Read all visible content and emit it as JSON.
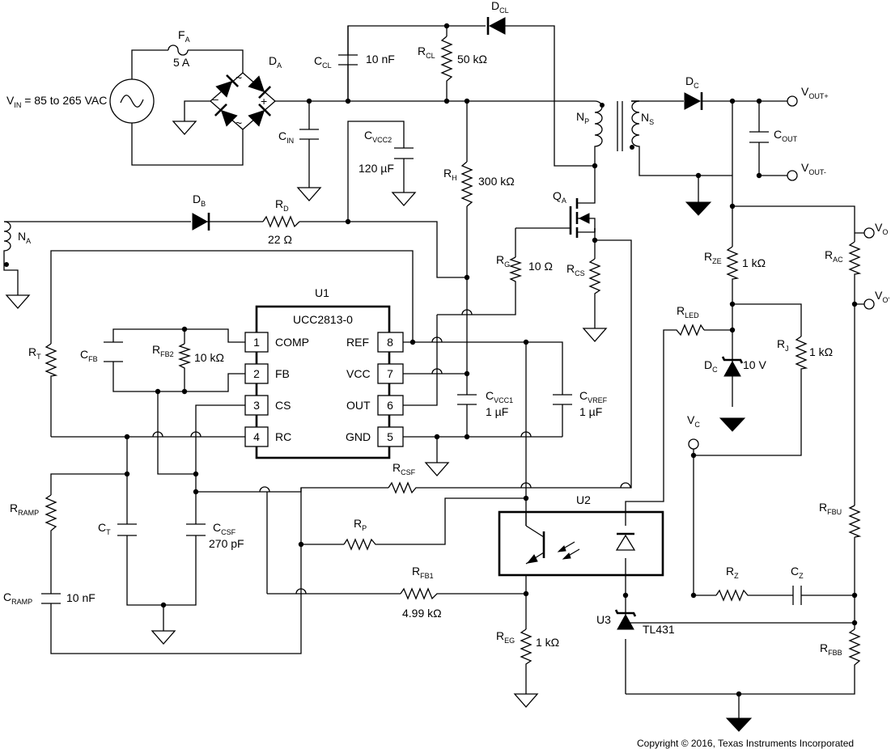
{
  "vin": {
    "label": "V",
    "sub": "IN",
    "rest": " = 85 to 265 VAC"
  },
  "fuse": {
    "ref": "F",
    "sub": "A",
    "value": "5 A"
  },
  "bridge": {
    "ref": "D",
    "sub": "A",
    "tilde": "~",
    "plus": "+",
    "minus": "–"
  },
  "ccl": {
    "ref": "C",
    "sub": "CL",
    "value": "10 nF"
  },
  "rcl": {
    "ref": "R",
    "sub": "CL",
    "value": "50 kΩ"
  },
  "dcl": {
    "ref": "D",
    "sub": "CL"
  },
  "cin": {
    "ref": "C",
    "sub": "IN"
  },
  "cvcc2": {
    "ref": "C",
    "sub": "VCC2",
    "value": "120 µF"
  },
  "rh": {
    "ref": "R",
    "sub": "H",
    "value": "300 kΩ"
  },
  "np": {
    "ref": "N",
    "sub": "P"
  },
  "ns": {
    "ref": "N",
    "sub": "S"
  },
  "dc": {
    "ref": "D",
    "sub": "C"
  },
  "cout": {
    "ref": "C",
    "sub": "OUT"
  },
  "voutp": {
    "ref": "V",
    "sub": "OUT+"
  },
  "voutm": {
    "ref": "V",
    "sub": "OUT-"
  },
  "db": {
    "ref": "D",
    "sub": "B"
  },
  "rd": {
    "ref": "R",
    "sub": "D",
    "value": "22 Ω"
  },
  "na": {
    "ref": "N",
    "sub": "A"
  },
  "qa": {
    "ref": "Q",
    "sub": "A"
  },
  "rg": {
    "ref": "R",
    "sub": "G",
    "value": "10 Ω"
  },
  "rcs": {
    "ref": "R",
    "sub": "CS"
  },
  "u1": {
    "ref": "U1",
    "part": "UCC2813-0",
    "pins": [
      {
        "num": "1",
        "name": "COMP"
      },
      {
        "num": "2",
        "name": "FB"
      },
      {
        "num": "3",
        "name": "CS"
      },
      {
        "num": "4",
        "name": "RC"
      },
      {
        "num": "8",
        "name": "REF"
      },
      {
        "num": "7",
        "name": "VCC"
      },
      {
        "num": "6",
        "name": "OUT"
      },
      {
        "num": "5",
        "name": "GND"
      }
    ]
  },
  "rt": {
    "ref": "R",
    "sub": "T"
  },
  "cfb": {
    "ref": "C",
    "sub": "FB"
  },
  "rfb2": {
    "ref": "R",
    "sub": "FB2",
    "value": "10 kΩ"
  },
  "cvcc1": {
    "ref": "C",
    "sub": "VCC1",
    "value": "1 µF"
  },
  "cvref": {
    "ref": "C",
    "sub": "VREF",
    "value": "1 µF"
  },
  "rze": {
    "ref": "R",
    "sub": "ZE",
    "value": "1 kΩ"
  },
  "vo": {
    "ref": "V",
    "sub": "O"
  },
  "vo2": {
    "ref": "V",
    "sub": "O'"
  },
  "rac": {
    "ref": "R",
    "sub": "AC"
  },
  "rled": {
    "ref": "R",
    "sub": "LED"
  },
  "rj": {
    "ref": "R",
    "sub": "J",
    "value": "1 kΩ"
  },
  "dz": {
    "ref": "D",
    "sub": "C",
    "value": "10 V"
  },
  "vc": {
    "ref": "V",
    "sub": "C"
  },
  "rcsf": {
    "ref": "R",
    "sub": "CSF"
  },
  "u2": {
    "ref": "U2"
  },
  "rramp": {
    "ref": "R",
    "sub": "RAMP"
  },
  "ct": {
    "ref": "C",
    "sub": "T"
  },
  "ccsf": {
    "ref": "C",
    "sub": "CSF",
    "value": "270 pF"
  },
  "rp": {
    "ref": "R",
    "sub": "P"
  },
  "rfbu": {
    "ref": "R",
    "sub": "FBU"
  },
  "rz": {
    "ref": "R",
    "sub": "Z"
  },
  "cz": {
    "ref": "C",
    "sub": "Z"
  },
  "cramp": {
    "ref": "C",
    "sub": "RAMP",
    "value": "10 nF"
  },
  "rfb1": {
    "ref": "R",
    "sub": "FB1",
    "value": "4.99 kΩ"
  },
  "u3": {
    "ref": "U3",
    "part": "TL431"
  },
  "reg": {
    "ref": "R",
    "sub": "EG",
    "value": "1 kΩ"
  },
  "rfbb": {
    "ref": "R",
    "sub": "FBB"
  },
  "copyright": "Copyright © 2016, Texas Instruments Incorporated"
}
